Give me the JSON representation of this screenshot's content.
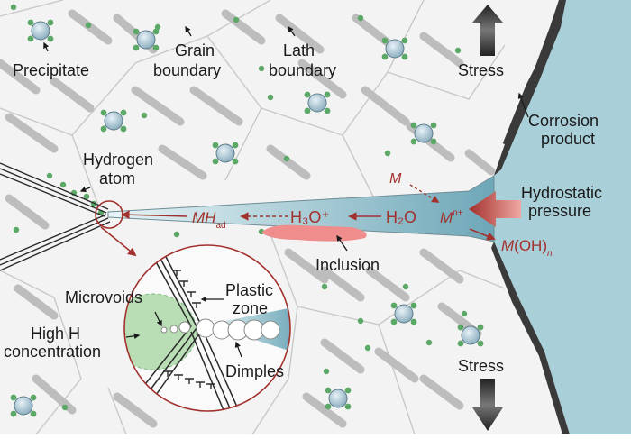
{
  "labels": {
    "precipitate": "Precipitate",
    "grain_boundary_1": "Grain",
    "grain_boundary_2": "boundary",
    "lath_boundary_1": "Lath",
    "lath_boundary_2": "boundary",
    "stress_top": "Stress",
    "stress_bottom": "Stress",
    "corrosion_1": "Corrosion",
    "corrosion_2": "product",
    "hydrogen_1": "Hydrogen",
    "hydrogen_2": "atom",
    "hydrostatic_1": "Hydrostatic",
    "hydrostatic_2": "pressure",
    "inclusion": "Inclusion",
    "plastic_1": "Plastic",
    "plastic_2": "zone",
    "microvoids": "Microvoids",
    "high_h_1": "High H",
    "high_h_2": "concentration",
    "dimples": "Dimples"
  },
  "chem": {
    "m_top": "M",
    "mn_base": "M",
    "mn_sup": "n+",
    "h2o": "H₂O",
    "h3o": "H₃O⁺",
    "mh_base": "MH",
    "mh_sub": "ad",
    "moh_m": "M",
    "moh_rest": "(OH)",
    "moh_sub": "n"
  },
  "colors": {
    "background": "#f3f3f3",
    "grain_lines": "#c9c9c9",
    "laths": "#bdbdbd",
    "solution": "#a9cfd9",
    "solution_dark": "#7fb3c2",
    "corrosion_product": "#3a3a3a",
    "red_arrow": "#a2302c",
    "inclusion": "#ef8d8d",
    "high_h_zone": "#b9ddb5",
    "hydrogen_dot": "#5ba867",
    "precipitate_core": "#aac6d6",
    "stress_arrow": "#555555"
  }
}
